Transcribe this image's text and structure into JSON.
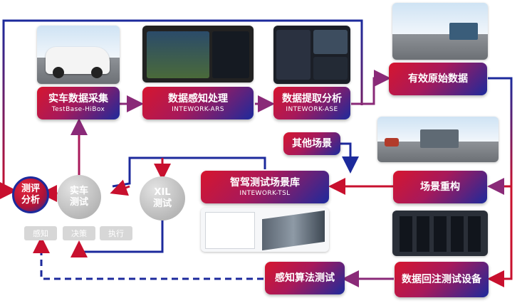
{
  "nodes": {
    "car_data_collect": {
      "title": "实车数据采集",
      "subtitle": "TestBase-HiBox"
    },
    "perception_proc": {
      "title": "数据感知处理",
      "subtitle": "INTEWORK-ARS"
    },
    "data_extract": {
      "title": "数据提取分析",
      "subtitle": "INTEWORK-ASE"
    },
    "raw_data": {
      "title": "有效原始数据"
    },
    "other_scenes": {
      "title": "其他场景"
    },
    "scene_library": {
      "title": "智驾测试场景库",
      "subtitle": "INTEWORK-TSL"
    },
    "scene_rebuild": {
      "title": "场景重构"
    },
    "replay_device": {
      "title": "数据回注测试设备"
    },
    "perception_algo_test": {
      "title": "感知算法测试"
    }
  },
  "circles": {
    "eval": {
      "line1": "测评",
      "line2": "分析"
    },
    "real_car": {
      "line1": "实车",
      "line2": "测试"
    },
    "xil": {
      "line1": "XIL",
      "line2": "测试"
    }
  },
  "chips": [
    "感知",
    "决策",
    "执行"
  ],
  "colors": {
    "red": "#d6162f",
    "blue": "#1c2a9c",
    "grey": "#b8b8b8"
  }
}
